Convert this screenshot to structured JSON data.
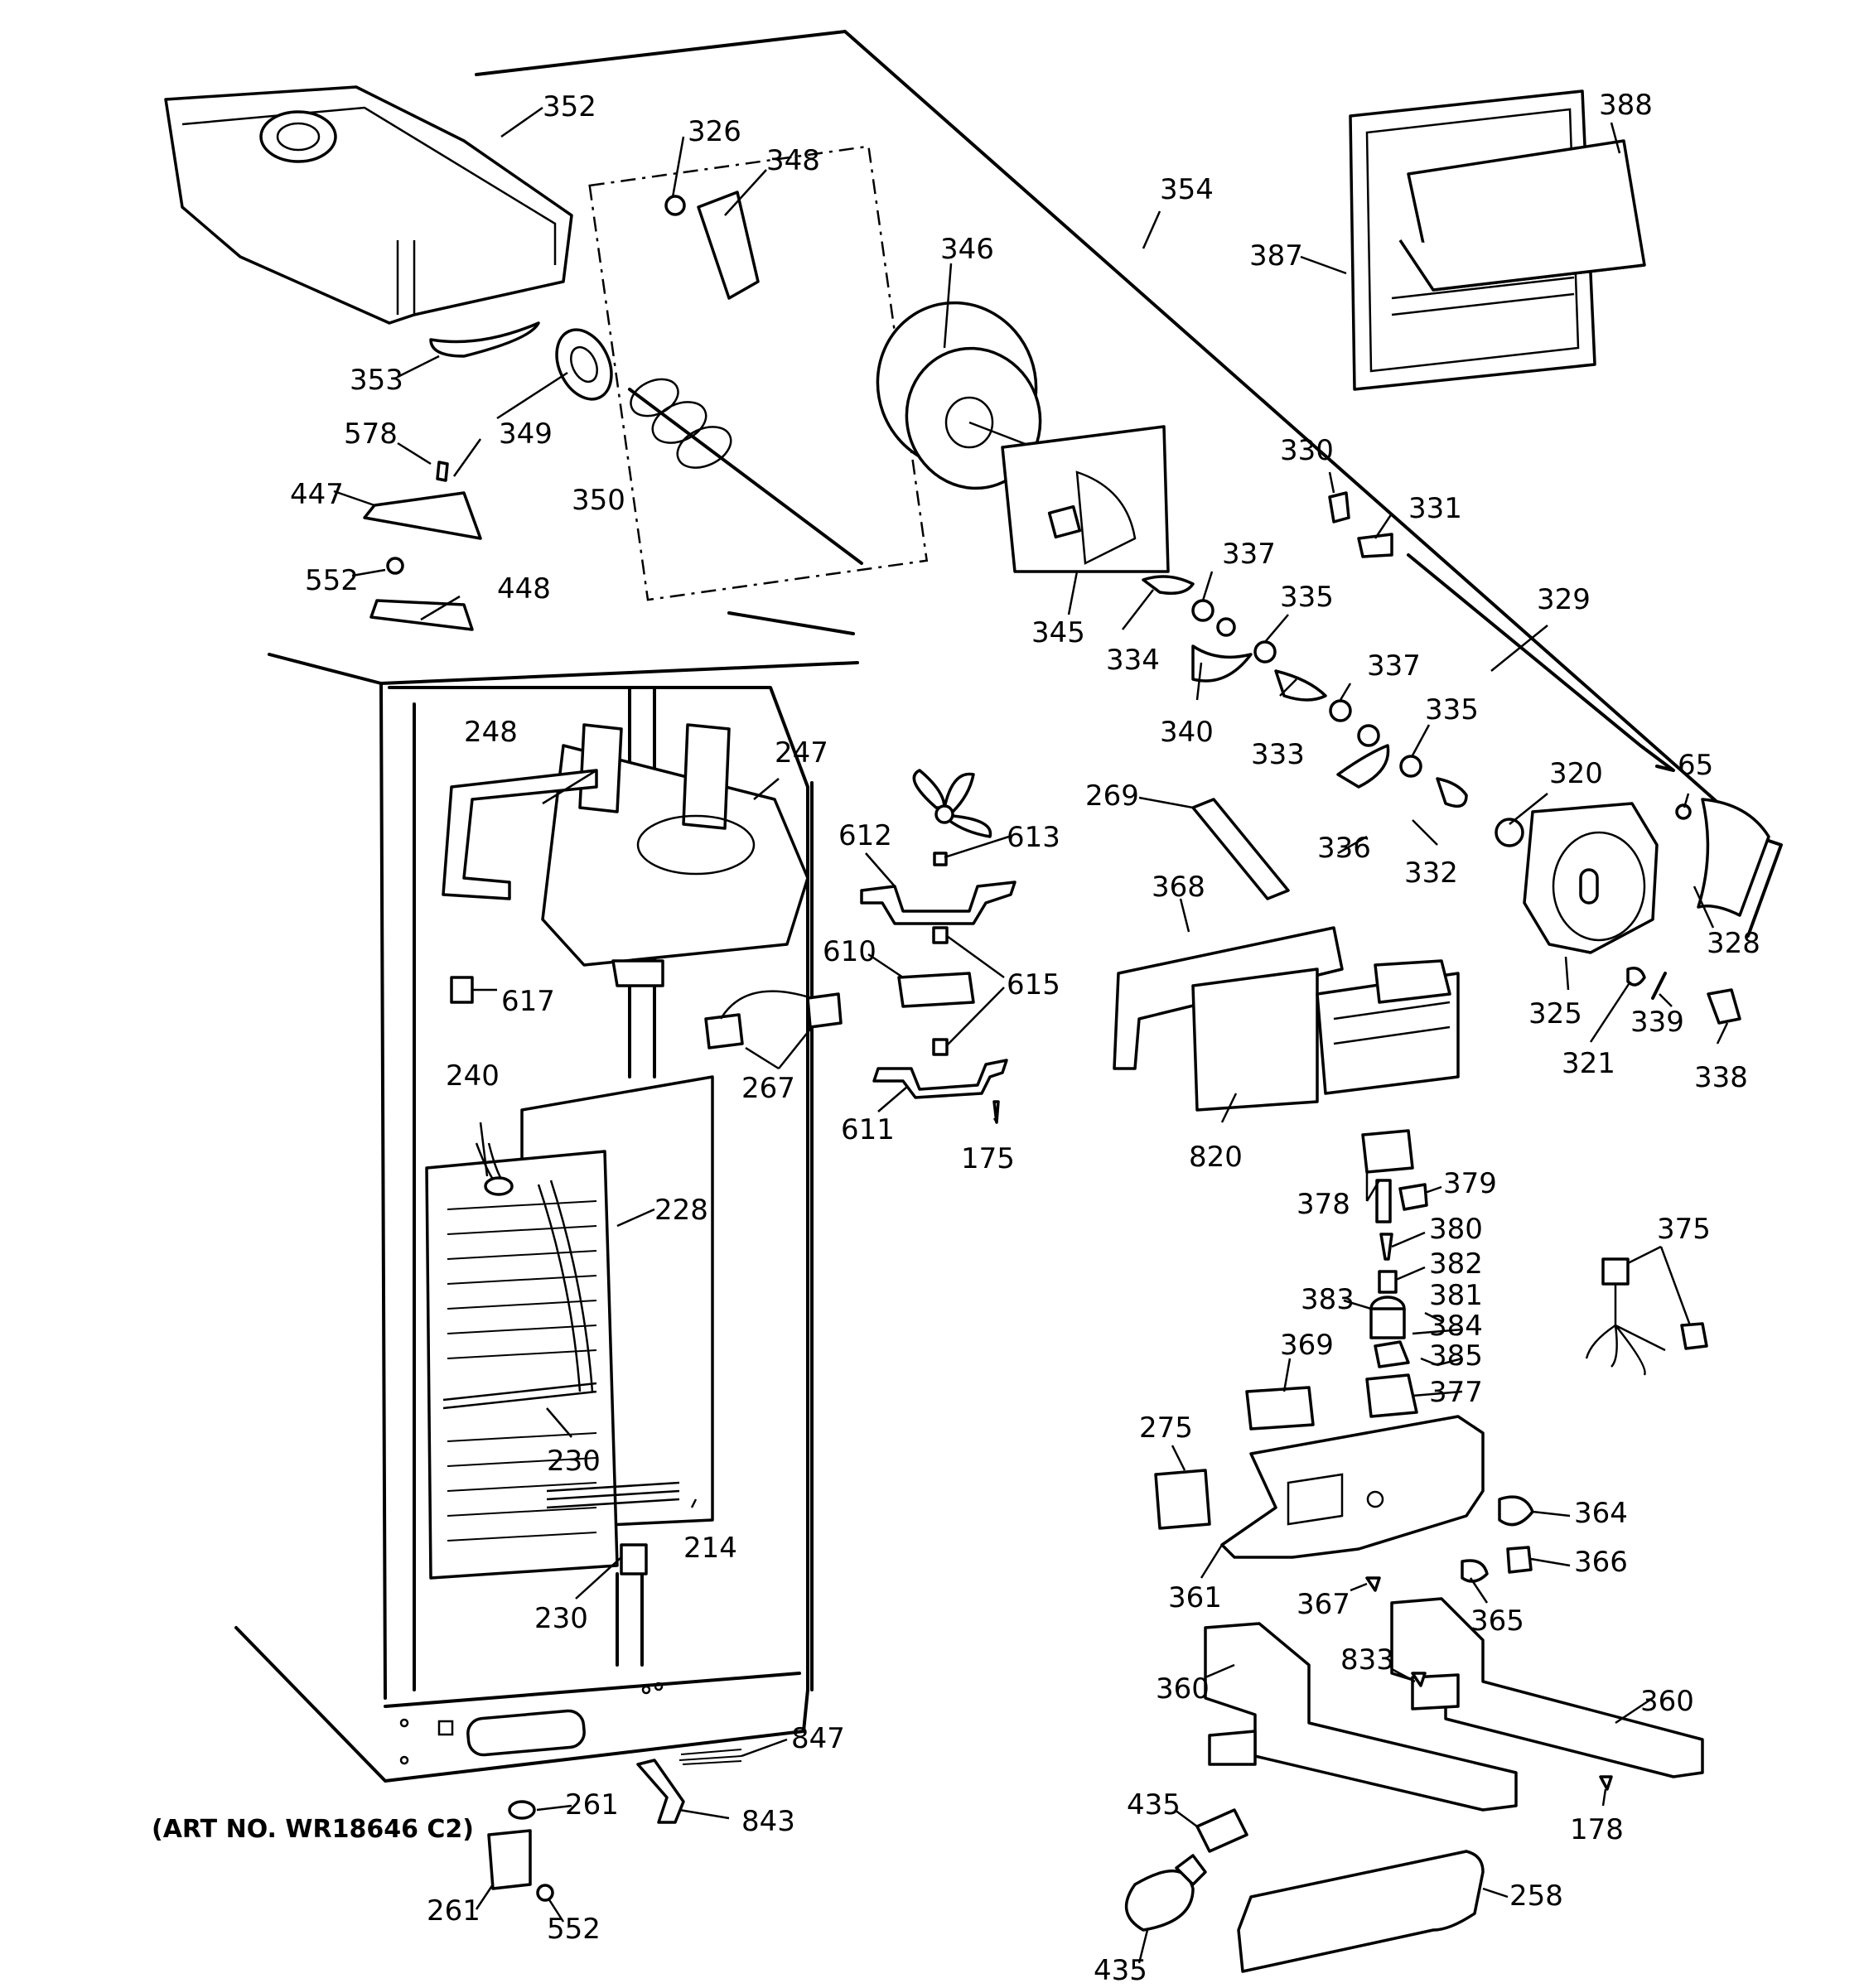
{
  "art_number": "(ART NO. WR18646 C2)",
  "callouts": [
    {
      "id": "c352",
      "text": "352"
    },
    {
      "id": "c326",
      "text": "326"
    },
    {
      "id": "c348",
      "text": "348"
    },
    {
      "id": "c346",
      "text": "346"
    },
    {
      "id": "c354",
      "text": "354"
    },
    {
      "id": "c388",
      "text": "388"
    },
    {
      "id": "c387",
      "text": "387"
    },
    {
      "id": "c353",
      "text": "353"
    },
    {
      "id": "c349",
      "text": "349"
    },
    {
      "id": "c578",
      "text": "578"
    },
    {
      "id": "c447",
      "text": "447"
    },
    {
      "id": "c350",
      "text": "350"
    },
    {
      "id": "c552a",
      "text": "552"
    },
    {
      "id": "c448",
      "text": "448"
    },
    {
      "id": "c345",
      "text": "345"
    },
    {
      "id": "c330",
      "text": "330"
    },
    {
      "id": "c331",
      "text": "331"
    },
    {
      "id": "c337a",
      "text": "337"
    },
    {
      "id": "c335a",
      "text": "335"
    },
    {
      "id": "c334",
      "text": "334"
    },
    {
      "id": "c329",
      "text": "329"
    },
    {
      "id": "c340",
      "text": "340"
    },
    {
      "id": "c333",
      "text": "333"
    },
    {
      "id": "c337b",
      "text": "337"
    },
    {
      "id": "c335b",
      "text": "335"
    },
    {
      "id": "c248",
      "text": "248"
    },
    {
      "id": "c247",
      "text": "247"
    },
    {
      "id": "c320",
      "text": "320"
    },
    {
      "id": "c65",
      "text": "65"
    },
    {
      "id": "c269",
      "text": "269"
    },
    {
      "id": "c612",
      "text": "612"
    },
    {
      "id": "c613",
      "text": "613"
    },
    {
      "id": "c336",
      "text": "336"
    },
    {
      "id": "c332",
      "text": "332"
    },
    {
      "id": "c368",
      "text": "368"
    },
    {
      "id": "c328",
      "text": "328"
    },
    {
      "id": "c610",
      "text": "610"
    },
    {
      "id": "c615",
      "text": "615"
    },
    {
      "id": "c617",
      "text": "617"
    },
    {
      "id": "c325",
      "text": "325"
    },
    {
      "id": "c339",
      "text": "339"
    },
    {
      "id": "c321",
      "text": "321"
    },
    {
      "id": "c338",
      "text": "338"
    },
    {
      "id": "c240",
      "text": "240"
    },
    {
      "id": "c267",
      "text": "267"
    },
    {
      "id": "c611",
      "text": "611"
    },
    {
      "id": "c175",
      "text": "175"
    },
    {
      "id": "c820",
      "text": "820"
    },
    {
      "id": "c228",
      "text": "228"
    },
    {
      "id": "c378",
      "text": "378"
    },
    {
      "id": "c379",
      "text": "379"
    },
    {
      "id": "c380",
      "text": "380"
    },
    {
      "id": "c375",
      "text": "375"
    },
    {
      "id": "c382",
      "text": "382"
    },
    {
      "id": "c383",
      "text": "383"
    },
    {
      "id": "c381",
      "text": "381"
    },
    {
      "id": "c369",
      "text": "369"
    },
    {
      "id": "c384",
      "text": "384"
    },
    {
      "id": "c385",
      "text": "385"
    },
    {
      "id": "c377",
      "text": "377"
    },
    {
      "id": "c275",
      "text": "275"
    },
    {
      "id": "c230a",
      "text": "230"
    },
    {
      "id": "c364",
      "text": "364"
    },
    {
      "id": "c214",
      "text": "214"
    },
    {
      "id": "c366",
      "text": "366"
    },
    {
      "id": "c361",
      "text": "361"
    },
    {
      "id": "c367",
      "text": "367"
    },
    {
      "id": "c365",
      "text": "365"
    },
    {
      "id": "c230b",
      "text": "230"
    },
    {
      "id": "c833",
      "text": "833"
    },
    {
      "id": "c360a",
      "text": "360"
    },
    {
      "id": "c360b",
      "text": "360"
    },
    {
      "id": "c847",
      "text": "847"
    },
    {
      "id": "c261a",
      "text": "261"
    },
    {
      "id": "c843",
      "text": "843"
    },
    {
      "id": "c435a",
      "text": "435"
    },
    {
      "id": "c178",
      "text": "178"
    },
    {
      "id": "c258",
      "text": "258"
    },
    {
      "id": "c261b",
      "text": "261"
    },
    {
      "id": "c552b",
      "text": "552"
    },
    {
      "id": "c435b",
      "text": "435"
    }
  ]
}
